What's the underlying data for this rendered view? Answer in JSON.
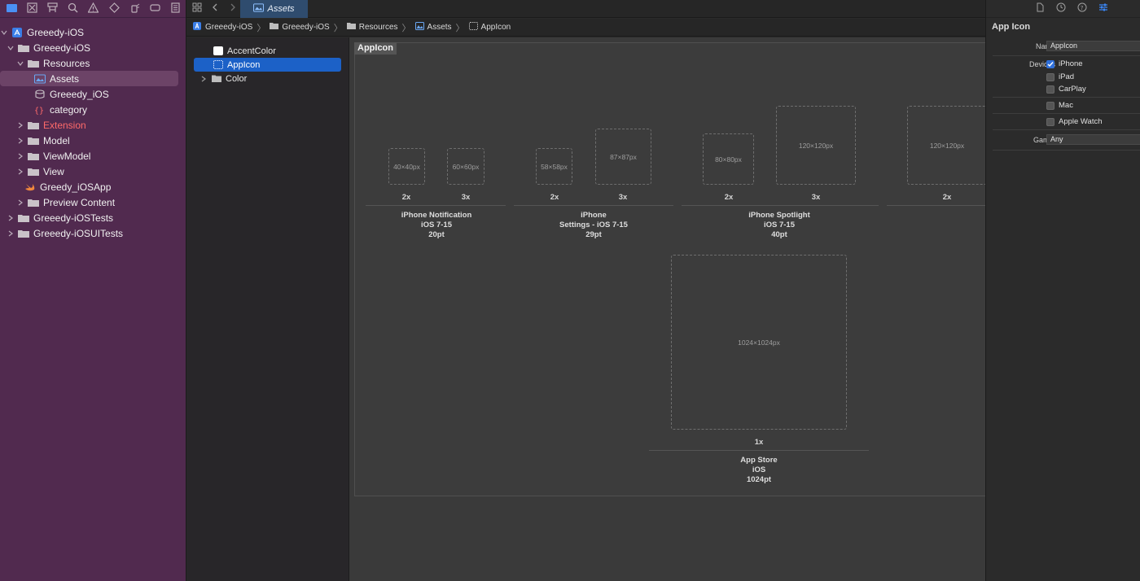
{
  "navigator": {
    "tree": [
      {
        "label": "Greeedy-iOS",
        "icon": "app-project-icon",
        "expanded": true
      },
      {
        "label": "Greeedy-iOS",
        "icon": "folder-icon",
        "expanded": true
      },
      {
        "label": "Resources",
        "icon": "folder-icon",
        "expanded": true
      },
      {
        "label": "Assets",
        "icon": "asset-catalog-icon",
        "selected": true
      },
      {
        "label": "Greeedy_iOS",
        "icon": "data-model-icon"
      },
      {
        "label": "category",
        "icon": "json-file-icon"
      },
      {
        "label": "Extension",
        "icon": "folder-icon",
        "expanded": false
      },
      {
        "label": "Model",
        "icon": "folder-icon",
        "expanded": false
      },
      {
        "label": "ViewModel",
        "icon": "folder-icon",
        "expanded": false
      },
      {
        "label": "View",
        "icon": "folder-icon",
        "expanded": false
      },
      {
        "label": "Greedy_iOSApp",
        "icon": "swift-file-icon"
      },
      {
        "label": "Preview Content",
        "icon": "folder-icon",
        "expanded": false
      },
      {
        "label": "Greeedy-iOSTests",
        "icon": "folder-icon",
        "expanded": false
      },
      {
        "label": "Greeedy-iOSUITests",
        "icon": "folder-icon",
        "expanded": false
      }
    ]
  },
  "tabbar": {
    "active_tab": "Assets"
  },
  "jumpbar": {
    "crumbs": [
      "Greeedy-iOS",
      "Greeedy-iOS",
      "Resources",
      "Assets",
      "AppIcon"
    ]
  },
  "asset_list": {
    "items": [
      "AccentColor",
      "AppIcon",
      "Color"
    ]
  },
  "canvas": {
    "set_title": "AppIcon",
    "slots": [
      {
        "size": "40×40px",
        "scale": "2x"
      },
      {
        "size": "60×60px",
        "scale": "3x"
      },
      {
        "size": "58×58px",
        "scale": "2x"
      },
      {
        "size": "87×87px",
        "scale": "3x"
      },
      {
        "size": "80×80px",
        "scale": "2x"
      },
      {
        "size": "120×120px",
        "scale": "3x"
      },
      {
        "size": "120×120px",
        "scale": "2x"
      },
      {
        "size": "1024×1024px",
        "scale": "1x"
      }
    ],
    "groups": [
      {
        "lines": [
          "iPhone Notification",
          "iOS 7-15",
          "20pt"
        ]
      },
      {
        "lines": [
          "iPhone",
          "Settings - iOS 7-15",
          "29pt"
        ]
      },
      {
        "lines": [
          "iPhone Spotlight",
          "iOS 7-15",
          "40pt"
        ]
      },
      {
        "lines": [
          "App Store",
          "iOS",
          "1024pt"
        ]
      }
    ]
  },
  "inspector": {
    "title": "App Icon",
    "name_label": "Name",
    "name_value": "AppIcon",
    "devices_label": "Devices",
    "devices": [
      {
        "label": "iPhone",
        "checked": true
      },
      {
        "label": "iPad",
        "checked": false
      },
      {
        "label": "CarPlay",
        "checked": false
      },
      {
        "label": "Mac",
        "checked": false
      },
      {
        "label": "Apple Watch",
        "checked": false
      }
    ],
    "gamut_label": "Gamut",
    "gamut_value": "Any"
  },
  "colors": {
    "navigator_bg": "#512a4f",
    "selection_blue": "#1c61c7",
    "extension_red": "#ff6a6a",
    "checkbox_blue": "#2f6fd9"
  }
}
